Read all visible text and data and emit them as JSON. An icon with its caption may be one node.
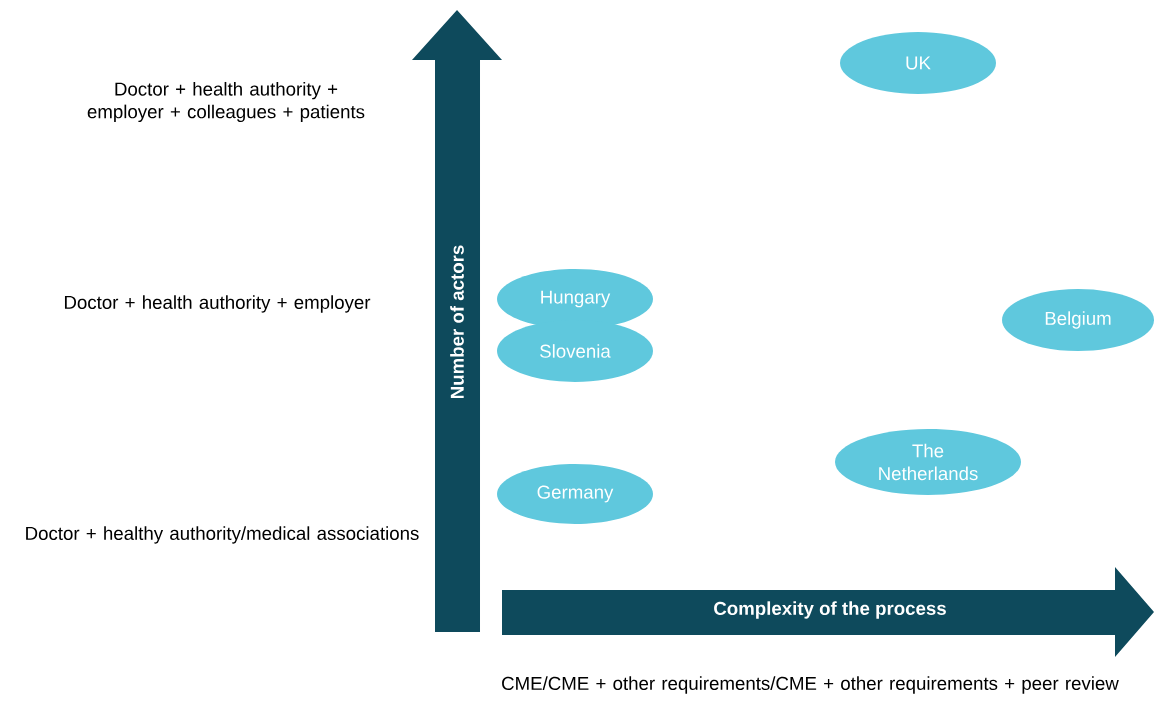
{
  "diagram": {
    "nodes": [
      {
        "text": [
          "UK"
        ]
      },
      {
        "text": [
          "Hungary"
        ]
      },
      {
        "text": [
          "Slovenia"
        ]
      },
      {
        "text": [
          "Belgium"
        ]
      },
      {
        "text": [
          "The Netherlands"
        ]
      },
      {
        "text": [
          "Germany"
        ]
      },
      {
        "text": [
          "Number of actors"
        ]
      },
      {
        "text": [
          "Complexity of the process"
        ]
      }
    ],
    "labels": [
      "Doctor + health authority + employer + colleagues + patients",
      "Doctor + health authority + employer",
      "Doctor + healthy authority/medical associations",
      "CME/CME + other requirements/CME + other requirements + peer review"
    ]
  }
}
